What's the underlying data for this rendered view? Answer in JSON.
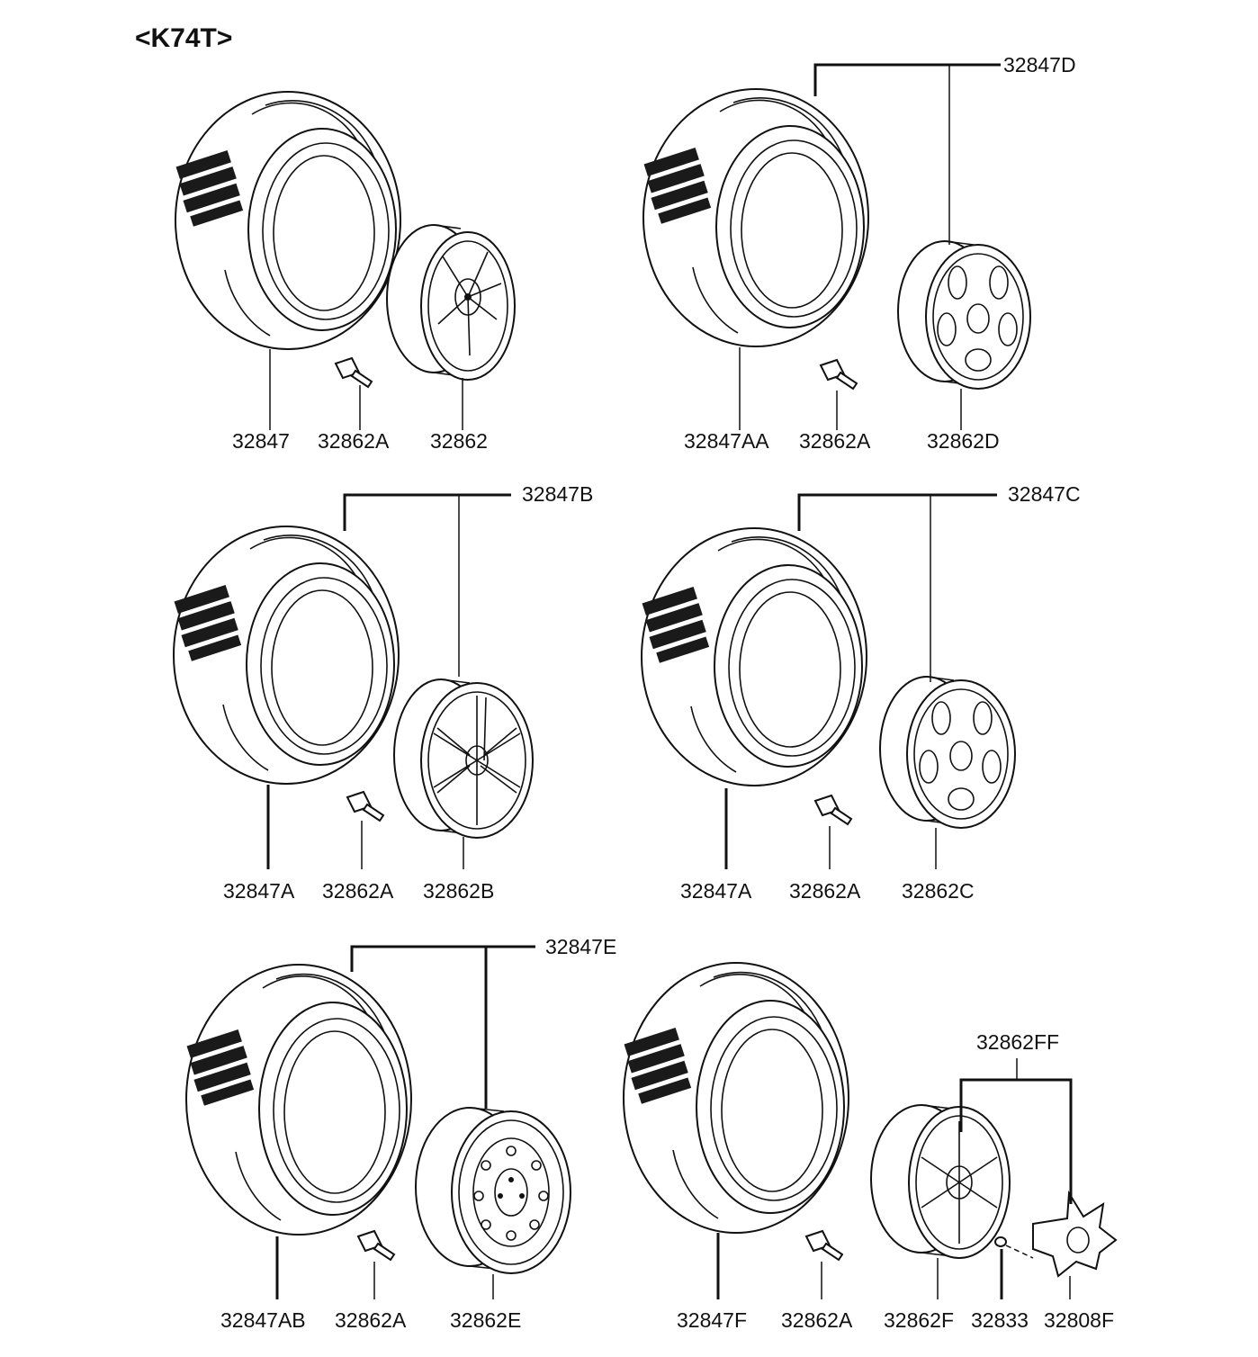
{
  "title": "<K74T>",
  "groups": [
    {
      "id": "g1",
      "assembly_label": "",
      "tire_label": "32847",
      "valve_label": "32862A",
      "wheel_label": "32862",
      "wheel_style": "spoke-6-covered"
    },
    {
      "id": "g2",
      "assembly_label": "32847D",
      "tire_label": "32847AA",
      "valve_label": "32862A",
      "wheel_label": "32862D",
      "wheel_style": "alloy-5-window"
    },
    {
      "id": "g3",
      "assembly_label": "32847B",
      "tire_label": "32847A",
      "valve_label": "32862A",
      "wheel_label": "32862B",
      "wheel_style": "alloy-split-spoke"
    },
    {
      "id": "g4",
      "assembly_label": "32847C",
      "tire_label": "32847A",
      "valve_label": "32862A",
      "wheel_label": "32862C",
      "wheel_style": "alloy-5-window"
    },
    {
      "id": "g5",
      "assembly_label": "32847E",
      "tire_label": "32847AB",
      "valve_label": "32862A",
      "wheel_label": "32862E",
      "wheel_style": "steel-holes"
    },
    {
      "id": "g6",
      "assembly_label": "",
      "tire_label": "32847F",
      "valve_label": "32862A",
      "wheel_label": "32862F",
      "wheel_style": "alloy-with-cap",
      "set_label": "32862FF",
      "nut_label": "32833",
      "cap_label": "32808F"
    }
  ]
}
